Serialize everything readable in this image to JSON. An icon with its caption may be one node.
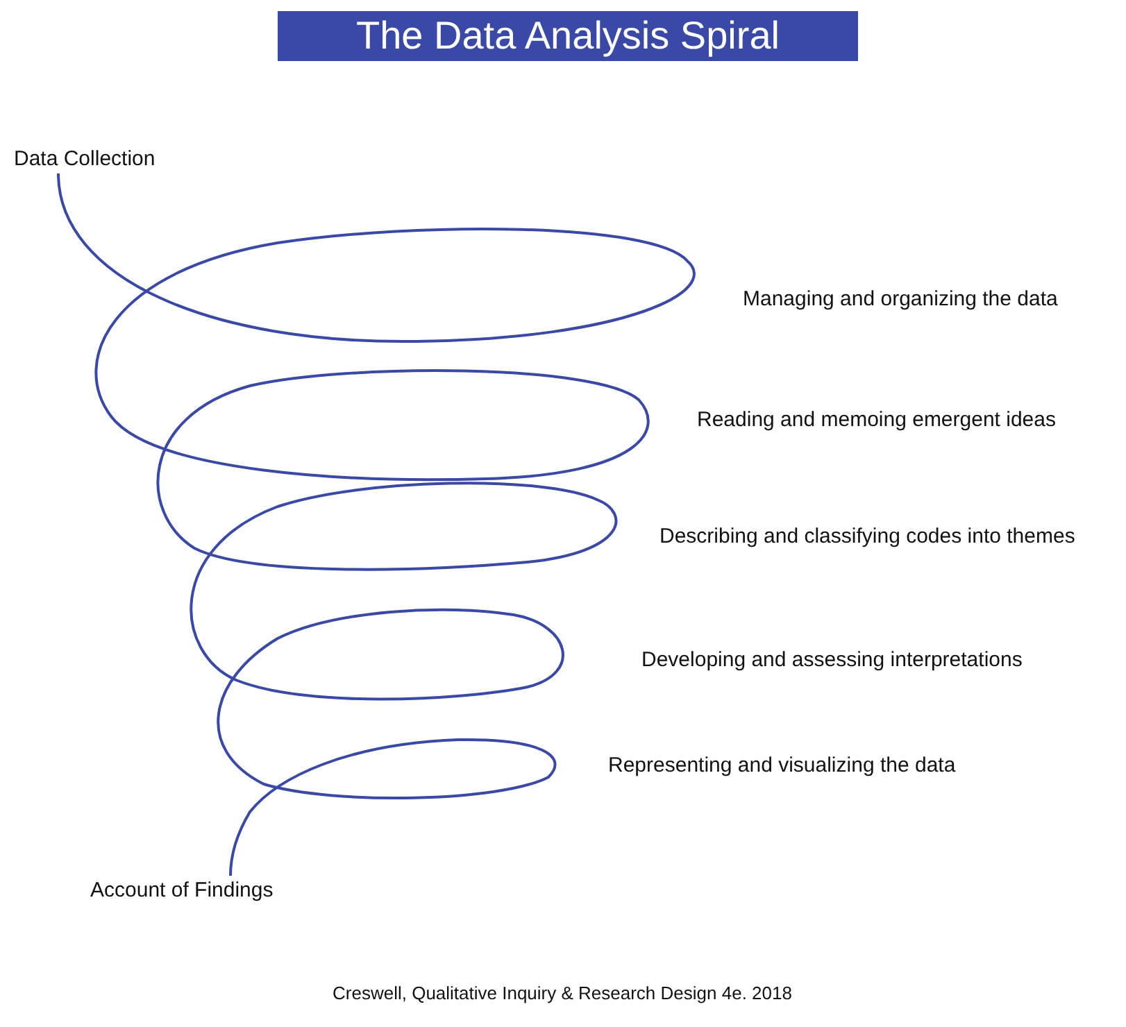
{
  "diagram": {
    "title": "The Data Analysis Spiral",
    "caption": "Creswell, Qualitative Inquiry & Research Design 4e. 2018",
    "nodes": [
      {
        "text": [
          "Data Collection"
        ]
      },
      {
        "text": [
          "Account of Findings"
        ]
      }
    ],
    "edges": [
      {
        "from": 0,
        "to": 1,
        "arrow": "none"
      }
    ],
    "labels": [
      "Managing and organizing the data",
      "Reading and memoing emergent ideas",
      "Describing and classifying codes into themes",
      "Developing and assessing interpretations",
      "Representing and visualizing the data"
    ]
  }
}
